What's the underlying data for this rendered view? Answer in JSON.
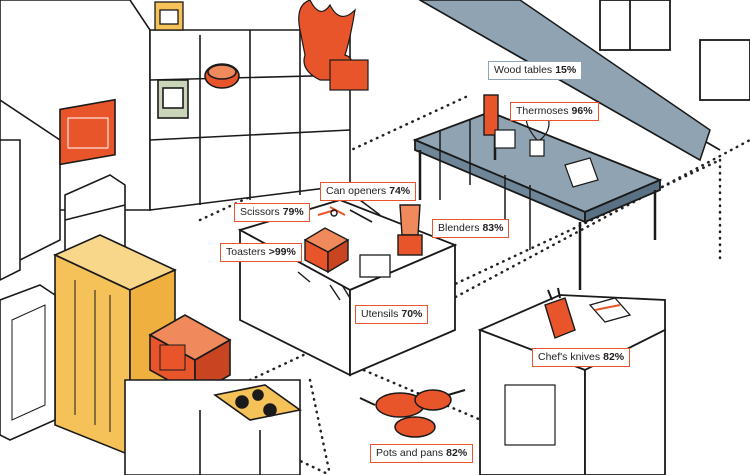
{
  "colors": {
    "accent_orange": "#e8552a",
    "table_blue": "#8fa3b3",
    "cabinet_yellow": "#f5c25a",
    "outline": "#1a1a1a",
    "stove_yellow": "#f5c25a"
  },
  "labels": {
    "wood_tables": {
      "name": "Wood tables",
      "pct": "15%"
    },
    "thermoses": {
      "name": "Thermoses",
      "pct": "96%"
    },
    "can_openers": {
      "name": "Can openers",
      "pct": "74%"
    },
    "scissors": {
      "name": "Scissors",
      "pct": "79%"
    },
    "blenders": {
      "name": "Blenders",
      "pct": "83%"
    },
    "toasters": {
      "name": "Toasters",
      "pct": ">99%"
    },
    "utensils": {
      "name": "Utensils",
      "pct": "70%"
    },
    "chefs_knives": {
      "name": "Chef's knives",
      "pct": "82%"
    },
    "pots_and_pans": {
      "name": "Pots and pans",
      "pct": "82%"
    }
  }
}
